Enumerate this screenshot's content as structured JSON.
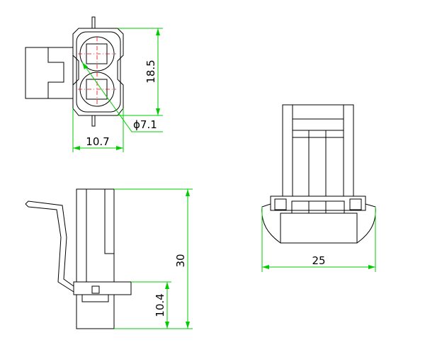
{
  "dimensions": {
    "top_height": "18.5",
    "top_width": "10.7",
    "hole_diameter": "ϕ7.1",
    "side_height": "30",
    "side_lower": "10.4",
    "right_width": "25"
  },
  "colors": {
    "part_outline": "#000000",
    "dimension_line": "#00cc00",
    "center_line": "#ff0000"
  }
}
